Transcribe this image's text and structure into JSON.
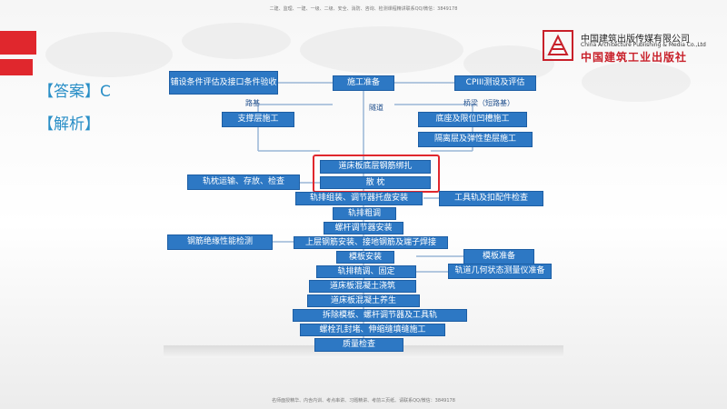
{
  "header_text": "二建、监理、一建、一级、二级、安全、消防、咨询、检测课程精讲联系QQ/微信：3849178",
  "footer_text": "名师面授精华、内含内训、考点串讲、习题精讲、考前三页纸、请联系QQ/微信：3849178",
  "logo": {
    "cn_name": "中国建筑出版传媒有限公司",
    "en_name": "China Architecture Publishing & Media Co.,Ltd",
    "cn_brand": "中国建筑工业出版社"
  },
  "answer": {
    "answer_text": "【答案】C",
    "analysis_text": "【解析】"
  },
  "flow": {
    "pre_check": "铺设条件评估及接口条件验收",
    "construction_prep": "施工准备",
    "cpiii": "CPIII测设及评估",
    "support_layer": "支撑层施工",
    "base_groove": "底座及限位凹槽施工",
    "isolation_layer": "隔离层及弹性垫层施工",
    "rebar_binding": "道床板底层钢筋绑扎",
    "sleeper_spread": "散    枕",
    "sleeper_transport": "轨枕运输、存放、检查",
    "rail_assembly": "轨排组装、调节器托盘安装",
    "tool_rail_check": "工具轨及扣配件检查",
    "rough_adjust": "轨排粗调",
    "bolt_adjuster": "螺杆调节器安装",
    "rebar_insulation": "钢筋绝缘性能检测",
    "upper_rebar": "上层钢筋安装、接地钢筋及端子焊接",
    "formwork_install": "模板安装",
    "formwork_prep": "模板准备",
    "fine_adjust": "轨排精调、固定",
    "geometry_instrument": "轨道几何状态测量仪准备",
    "concrete_pour": "道床板混凝土浇筑",
    "concrete_cure": "道床板混凝土养生",
    "dismantle": "拆除模板、螺杆调节器及工具轨",
    "bolt_seal": "螺栓孔封堵、伸缩缝填缝施工",
    "quality_check": "质量检查",
    "label_subgrade": "路基",
    "label_tunnel": "隧道",
    "label_bridge": "桥梁（短路基）"
  }
}
